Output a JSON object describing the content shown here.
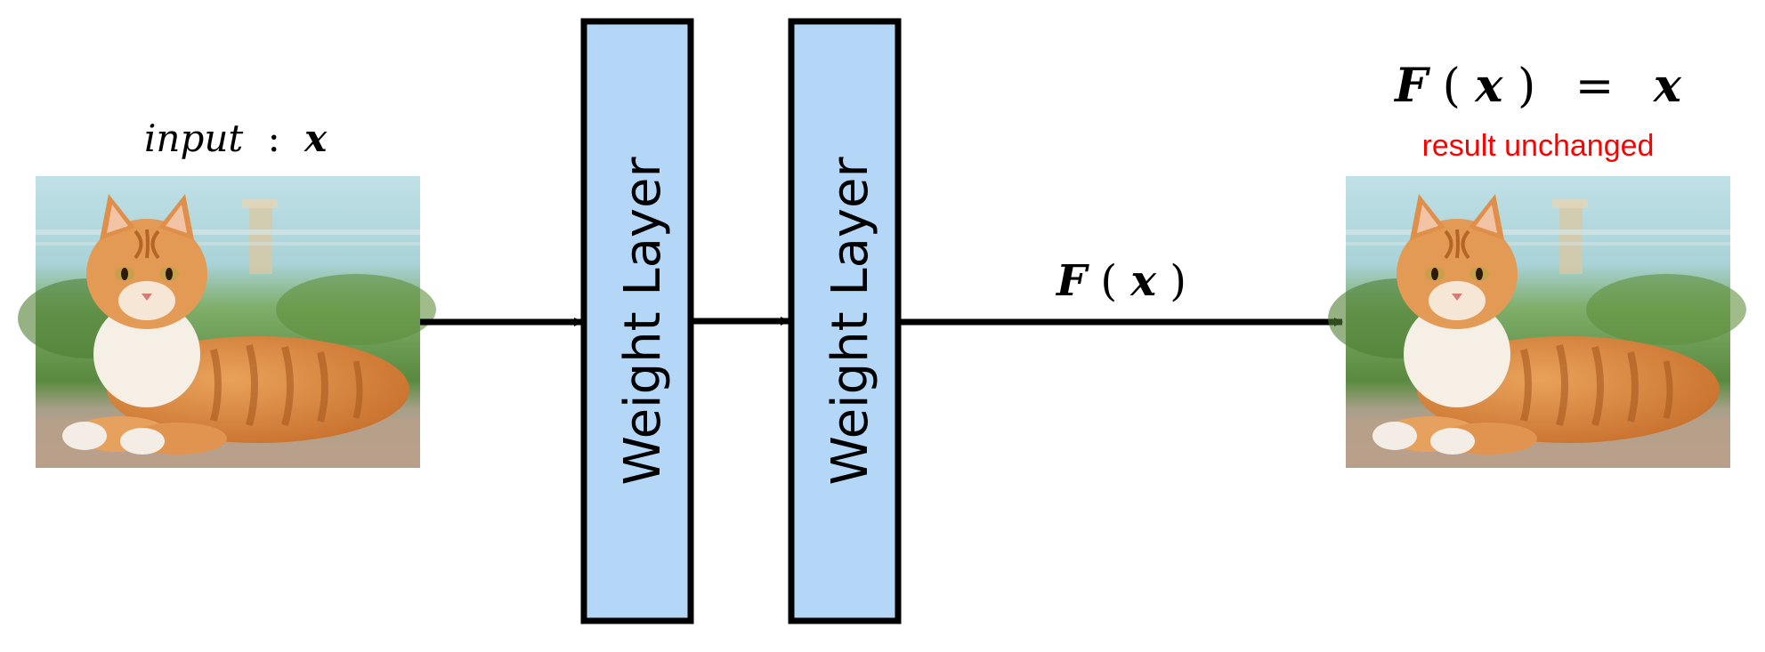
{
  "input_label": {
    "word": "input",
    "colon": ":",
    "var": "x"
  },
  "layers": [
    {
      "label": "Weight Layer"
    },
    {
      "label": "Weight Layer"
    }
  ],
  "edge_label": {
    "func": "F",
    "open": "(",
    "var": "x",
    "close": ")"
  },
  "output_equation": {
    "func": "F",
    "open": "(",
    "var": "x",
    "close": ")",
    "equals": "=",
    "rhs": "x"
  },
  "result_note": "result unchanged",
  "images": {
    "input": "cat-photo",
    "output": "cat-photo"
  },
  "colors": {
    "layer_fill": "#B4D7F8",
    "layer_border": "#000000",
    "arrow": "#000000",
    "note": "#FF0000"
  }
}
